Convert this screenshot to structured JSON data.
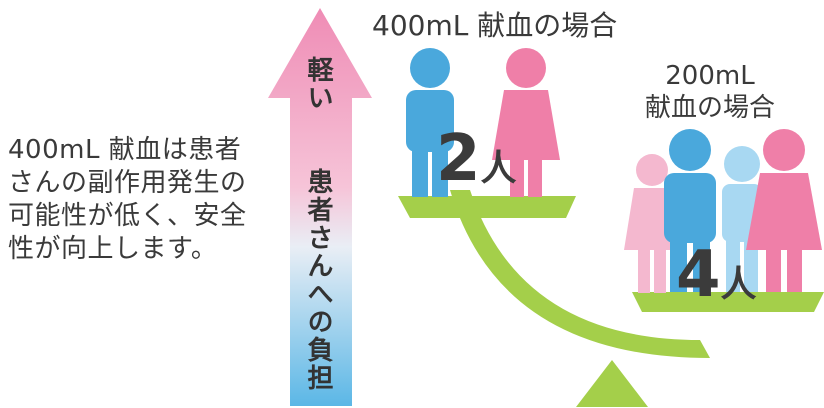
{
  "description": "400mL 献血は患者さんの副作用発生の可能性が低く、安全性が向上します。",
  "scale": {
    "left_label": "400mL 献血の場合",
    "right_label_line1": "200mL",
    "right_label_line2": "献血の場合",
    "left_count_number": "2",
    "left_count_unit": "人",
    "right_count_number": "4",
    "right_count_unit": "人"
  },
  "arrow": {
    "top_label": "軽い",
    "axis_label": "患者さんへの負担"
  },
  "colors": {
    "male_blue": "#4aa8dc",
    "female_pink": "#ef7fa8",
    "scale_green": "#a4cf4a",
    "arrow_top": "#ef8cb5",
    "arrow_bottom": "#5bb7e6"
  }
}
